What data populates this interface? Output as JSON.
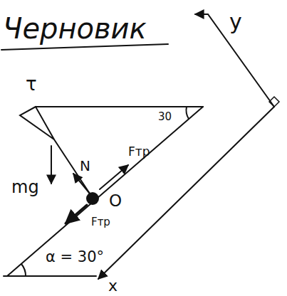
{
  "diagram": {
    "title": "Черновик",
    "labels": [
      "τ",
      "30",
      "mg",
      "N",
      "Fтр",
      "Fтр",
      "O",
      "α = 30°",
      "x",
      "y"
    ]
  }
}
